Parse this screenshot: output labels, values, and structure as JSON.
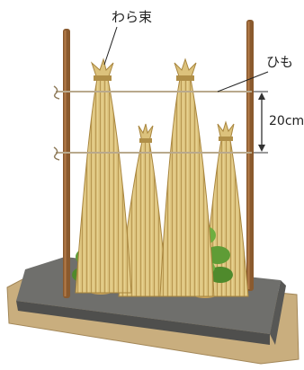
{
  "labels": {
    "straw_bundle": "わら束",
    "string": "ひも",
    "spacing": "20cm"
  },
  "colors": {
    "straw": "#d9bc73",
    "straw_dark": "#a8853d",
    "pole": "#8a5a2e",
    "string": "#b9a98c",
    "leaf": "#5f9c36",
    "leaf_dark": "#3f7524",
    "mulch": "#6f6f6c",
    "soil": "#c9ae7e"
  },
  "icons": [
    "straw-bundle",
    "support-pole",
    "tie-string",
    "seedling-plant",
    "mulch-bed"
  ]
}
